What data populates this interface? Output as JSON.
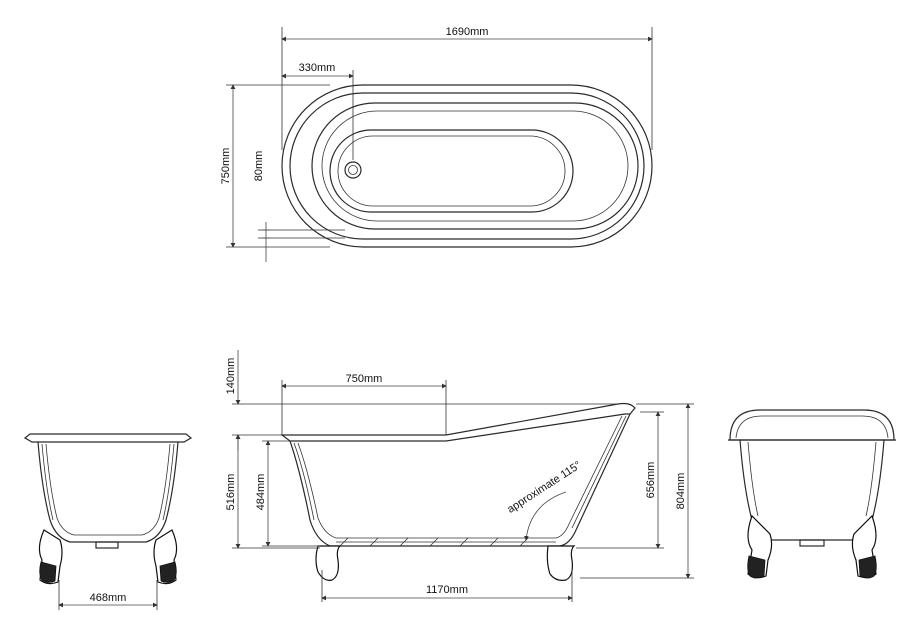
{
  "dimensions": {
    "overall_length": "1690mm",
    "waste_offset": "330mm",
    "overall_width": "750mm",
    "waste_diameter": "80mm",
    "rim_height_diff": "140mm",
    "flat_rim_length": "750mm",
    "interior_depth": "516mm",
    "water_depth": "484mm",
    "front_height": "656mm",
    "back_height": "804mm",
    "angle_note": "approximate 115°",
    "feet_span": "1170mm",
    "end_feet_width": "468mm"
  }
}
